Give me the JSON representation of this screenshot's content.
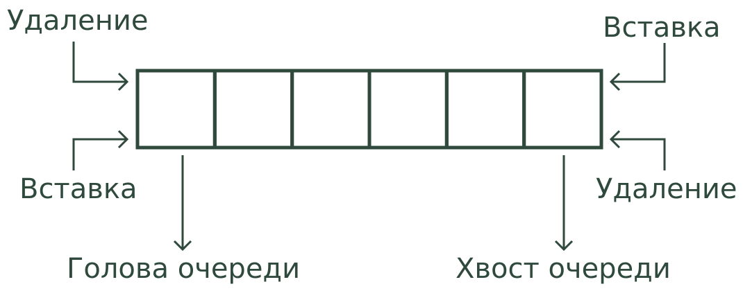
{
  "diagram": {
    "deque_cell_count": 6,
    "labels": {
      "front_removal": "Удаление",
      "back_insertion": "Вставка",
      "front_insertion": "Вставка",
      "back_removal": "Удаление",
      "head": "Голова очереди",
      "tail": "Хвост очереди"
    }
  },
  "colors": {
    "stroke": "#2f4a3d",
    "text": "#2f4a3d",
    "background": "#ffffff"
  }
}
